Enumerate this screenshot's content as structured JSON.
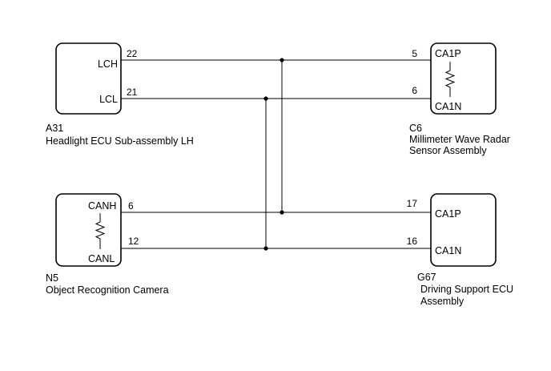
{
  "components": {
    "a31": {
      "id": "A31",
      "name": "Headlight ECU Sub-assembly LH",
      "terminal_h": "LCH",
      "terminal_l": "LCL",
      "pin_h": "22",
      "pin_l": "21"
    },
    "c6": {
      "id": "C6",
      "name_line1": "Millimeter Wave Radar",
      "name_line2": "Sensor Assembly",
      "terminal_h": "CA1P",
      "terminal_l": "CA1N",
      "pin_h": "5",
      "pin_l": "6"
    },
    "n5": {
      "id": "N5",
      "name": "Object Recognition Camera",
      "terminal_h": "CANH",
      "terminal_l": "CANL",
      "pin_h": "6",
      "pin_l": "12"
    },
    "g67": {
      "id": "G67",
      "name_line1": "Driving Support ECU",
      "name_line2": "Assembly",
      "terminal_h": "CA1P",
      "terminal_l": "CA1N",
      "pin_h": "17",
      "pin_l": "16"
    }
  },
  "colors": {
    "line": "#000000",
    "background": "#ffffff"
  }
}
